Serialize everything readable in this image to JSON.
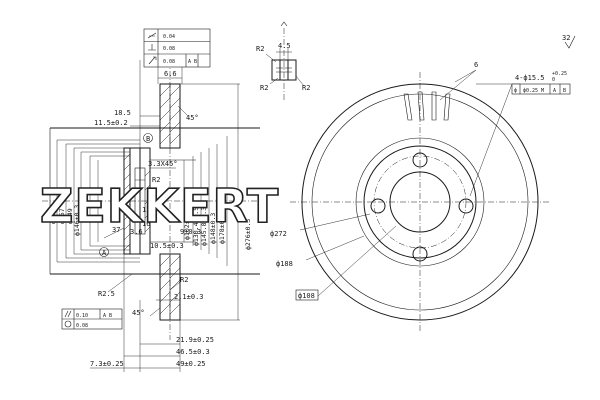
{
  "watermark": {
    "brand": "ZEKKERT"
  },
  "tolerance_frame_top": [
    {
      "symbol": "flatness",
      "value": "0.04",
      "datum": ""
    },
    {
      "symbol": "perpendicularity",
      "value": "0.08",
      "datum": ""
    },
    {
      "symbol": "runout",
      "value": "0.08",
      "datum": "A B"
    }
  ],
  "tolerance_frame_left": [
    {
      "symbol": "parallelism",
      "value": "0.10",
      "datum": "A B"
    },
    {
      "symbol": "circle",
      "value": "0.08",
      "datum": ""
    }
  ],
  "section_labels": {
    "top_width": "6.6",
    "offset_a": "18.5",
    "offset_b": "11.5±0.2",
    "angle_top": "45°",
    "chamfer": "3.3X45°",
    "angle_bottom": "45°",
    "angle_small": "37",
    "radius_a": "R2",
    "radius_b": "R2",
    "radius_c": "R2.5",
    "val_12": "12",
    "val_16": "16",
    "val_36": "3.6",
    "val_9": "9±0.3",
    "val_105": "10.5±0.3",
    "val_21": "2.1±0.3",
    "datum_a": "A",
    "datum_b": "B",
    "val_219": "21.9±0.25",
    "val_465": "46.5±0.3",
    "val_49": "49±0.25",
    "val_73": "7.3±0.25"
  },
  "vertical_diameters": [
    "ф170",
    "ф157",
    "ф149",
    "ф146±0.3",
    "ф0.074",
    "ф102±0.2",
    "ф130.4±0.5",
    "ф145.8±0.3",
    "ф148±0.3",
    "ф178±0.3",
    "ф276±0.3"
  ],
  "detail": {
    "radius_1": "R2",
    "width": "4.5",
    "radius_2": "R2",
    "radius_3": "R2"
  },
  "front_view": {
    "holes_label": "4-ф15.5",
    "holes_tol_top": "+0.25",
    "holes_tol_bottom": "0",
    "position_frame": [
      "ф",
      "ф0.25 M",
      "A",
      "B"
    ],
    "leader_6": "6",
    "d272": "ф272",
    "d188": "ф188",
    "d108": "ф108",
    "roughness": "32"
  }
}
